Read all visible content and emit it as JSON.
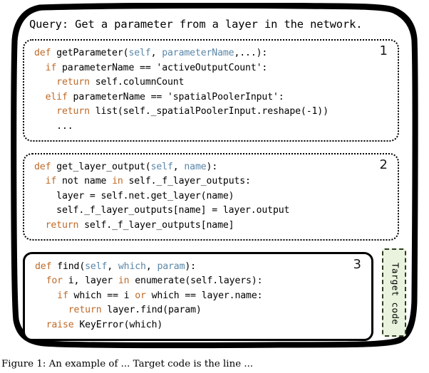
{
  "figure": {
    "query_line": "Query: Get a parameter from a layer in the network.",
    "caption": "Figure 1: An example of ... Target code is the line ...",
    "target_callout": {
      "label": "Target code",
      "fill_color": "#e9f3dd",
      "border_color": "#2f3b22"
    },
    "colors": {
      "keyword": "#bf6a28",
      "argument": "#5b87a8",
      "plain": "#000000",
      "border": "#000000",
      "background": "#ffffff"
    }
  },
  "code_blocks": [
    {
      "index": "1",
      "border_style": "dotted",
      "lines": [
        [
          {
            "t": "kw",
            "s": "def"
          },
          {
            "t": "pl",
            "s": " getParameter("
          },
          {
            "t": "arg",
            "s": "self"
          },
          {
            "t": "pl",
            "s": ", "
          },
          {
            "t": "arg",
            "s": "parameterName"
          },
          {
            "t": "pl",
            "s": ",...):"
          }
        ],
        [
          {
            "t": "pl",
            "s": "  "
          },
          {
            "t": "kw",
            "s": "if"
          },
          {
            "t": "pl",
            "s": " parameterName == 'activeOutputCount':"
          }
        ],
        [
          {
            "t": "pl",
            "s": "    "
          },
          {
            "t": "kw",
            "s": "return"
          },
          {
            "t": "pl",
            "s": " self.columnCount"
          }
        ],
        [
          {
            "t": "pl",
            "s": "  "
          },
          {
            "t": "kw",
            "s": "elif"
          },
          {
            "t": "pl",
            "s": " parameterName == 'spatialPoolerInput':"
          }
        ],
        [
          {
            "t": "pl",
            "s": "    "
          },
          {
            "t": "kw",
            "s": "return"
          },
          {
            "t": "pl",
            "s": " list(self._spatialPoolerInput.reshape(-1))"
          }
        ],
        [
          {
            "t": "pl",
            "s": "    ..."
          }
        ]
      ]
    },
    {
      "index": "2",
      "border_style": "dotted",
      "lines": [
        [
          {
            "t": "kw",
            "s": "def"
          },
          {
            "t": "pl",
            "s": " get_layer_output("
          },
          {
            "t": "arg",
            "s": "self"
          },
          {
            "t": "pl",
            "s": ", "
          },
          {
            "t": "arg",
            "s": "name"
          },
          {
            "t": "pl",
            "s": "):"
          }
        ],
        [
          {
            "t": "pl",
            "s": "  "
          },
          {
            "t": "kw",
            "s": "if"
          },
          {
            "t": "pl",
            "s": " not name "
          },
          {
            "t": "kw",
            "s": "in"
          },
          {
            "t": "pl",
            "s": " self._f_layer_outputs:"
          }
        ],
        [
          {
            "t": "pl",
            "s": "    layer = self.net.get_layer(name)"
          }
        ],
        [
          {
            "t": "pl",
            "s": "    self._f_layer_outputs[name] = layer.output"
          }
        ],
        [
          {
            "t": "pl",
            "s": "  "
          },
          {
            "t": "kw",
            "s": "return"
          },
          {
            "t": "pl",
            "s": " self._f_layer_outputs[name]"
          }
        ]
      ]
    },
    {
      "index": "3",
      "border_style": "solid",
      "lines": [
        [
          {
            "t": "kw",
            "s": "def"
          },
          {
            "t": "pl",
            "s": " find("
          },
          {
            "t": "arg",
            "s": "self"
          },
          {
            "t": "pl",
            "s": ", "
          },
          {
            "t": "arg",
            "s": "which"
          },
          {
            "t": "pl",
            "s": ", "
          },
          {
            "t": "arg",
            "s": "param"
          },
          {
            "t": "pl",
            "s": "):"
          }
        ],
        [
          {
            "t": "pl",
            "s": "  "
          },
          {
            "t": "kw",
            "s": "for"
          },
          {
            "t": "pl",
            "s": " i, layer "
          },
          {
            "t": "kw",
            "s": "in"
          },
          {
            "t": "pl",
            "s": " enumerate(self.layers):"
          }
        ],
        [
          {
            "t": "pl",
            "s": "    "
          },
          {
            "t": "kw",
            "s": "if"
          },
          {
            "t": "pl",
            "s": " which == i "
          },
          {
            "t": "kw",
            "s": "or"
          },
          {
            "t": "pl",
            "s": " which == layer.name:"
          }
        ],
        [
          {
            "t": "pl",
            "s": "      "
          },
          {
            "t": "kw",
            "s": "return"
          },
          {
            "t": "pl",
            "s": " layer.find(param)"
          }
        ],
        [
          {
            "t": "pl",
            "s": "  "
          },
          {
            "t": "kw",
            "s": "raise"
          },
          {
            "t": "pl",
            "s": " KeyError(which)"
          }
        ]
      ]
    }
  ]
}
